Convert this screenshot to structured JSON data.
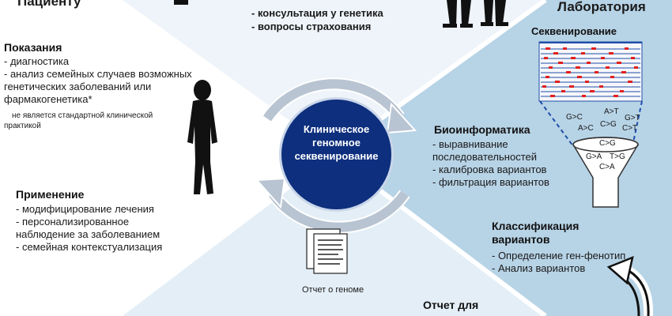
{
  "patient": {
    "title": "Пациенту",
    "indications": {
      "title": "Показания",
      "items": [
        "- диагностика",
        "- анализ семейных случаев возможных",
        "генетических заболеваний или",
        "фармакогенетика*"
      ],
      "footnote": [
        "не является стандартной клинической",
        "практикой"
      ]
    },
    "application": {
      "title": "Применение",
      "items": [
        "- модифицирование лечения",
        "- персонализированное",
        "наблюдение за заболеванием",
        "- семейная контекстуализация"
      ]
    }
  },
  "top": {
    "items": [
      "- консультация у генетика",
      "- вопросы страхования"
    ]
  },
  "center": {
    "lines": [
      "Клиническое",
      "геномное",
      "секвенирование"
    ]
  },
  "laboratory": {
    "title": "Лаборатория",
    "sequencing_title": "Секвенирование",
    "funnel_labels": [
      "G>C",
      "A>T",
      "G>T",
      "A>C",
      "C>G",
      "C>T",
      "C>G",
      "G>A",
      "T>G",
      "C>A"
    ]
  },
  "bioinformatics": {
    "title": "Биоинформатика",
    "items": [
      "- выравнивание",
      "последовательностей",
      "- калибровка вариантов",
      "- фильтрация вариантов"
    ]
  },
  "classification": {
    "title": [
      "Классификация",
      "вариантов"
    ],
    "items": [
      "- Определение ген-фенотип",
      "- Анализ вариантов"
    ]
  },
  "report": {
    "doc_label": "Отчет о геноме",
    "title": "Отчет для"
  },
  "colors": {
    "panel_light": "#e3eef6",
    "panel_mid": "#bcd6e8",
    "circle": "#0d2f7d",
    "accent_blue": "#1f4fa8"
  }
}
